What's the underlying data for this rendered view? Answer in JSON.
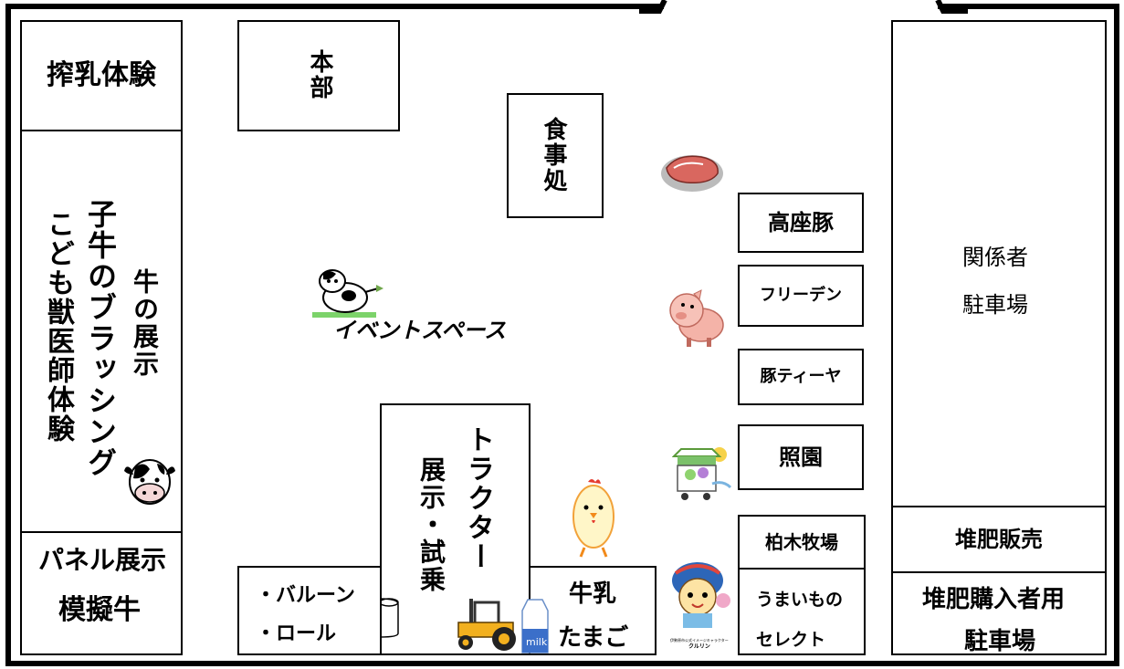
{
  "map": {
    "milking": "搾乳体験",
    "calf_brushing": "子牛のブラッシング",
    "kids_vet": "こども獣医師体験",
    "cow_exhibit": "牛の展示",
    "panel_exhibit": "パネル展示",
    "model_cow": "模擬牛",
    "hq": "本部",
    "dining": "食事処",
    "event_space": "イベントスペース",
    "tractor": "トラクター",
    "tractor_ride": "展示・試乗",
    "balloon": "・バルーン",
    "roll": "・ロール",
    "milk": "牛乳",
    "eggs": "たまご",
    "koza_pork": "高座豚",
    "freeden": "フリーデン",
    "tonteaya": "豚ティーヤ",
    "shoen": "照園",
    "kashiwagi_farm": "柏木牧場",
    "umaimono_line1": "うまいもの",
    "umaimono_line2": "セレクト",
    "staff_parking_line1": "関係者",
    "staff_parking_line2": "駐車場",
    "compost_sales": "堆肥販売",
    "compost_parking_line1": "堆肥購入者用",
    "compost_parking_line2": "駐車場",
    "mascot_caption": "伊勢原市公式イメージキャラクター",
    "mascot_name": "クルリン",
    "milk_carton_text": "milk"
  }
}
